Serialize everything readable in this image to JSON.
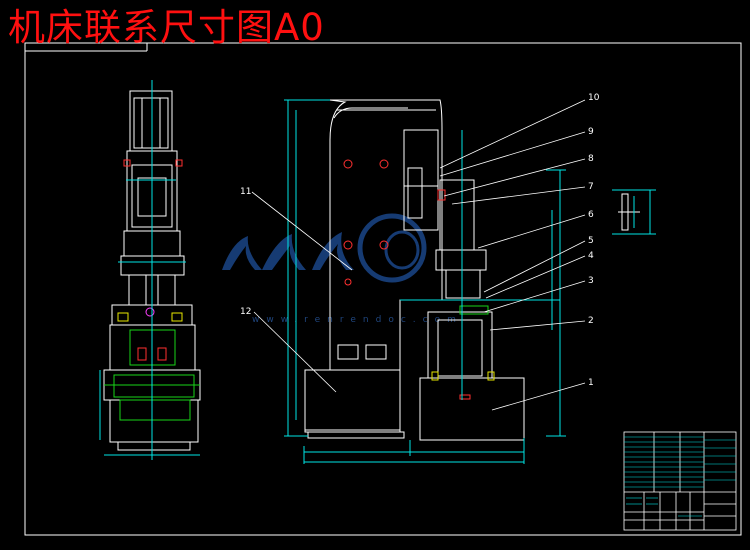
{
  "title": "机床联系尺寸图A0",
  "watermark": {
    "url_text": "www.renrendoc.com"
  },
  "balloons": [
    "10",
    "9",
    "8",
    "7",
    "6",
    "5",
    "4",
    "3",
    "2",
    "1",
    "11",
    "12"
  ],
  "colors": {
    "background": "#000000",
    "outline": "#ffffff",
    "dimension": "#00e5e5",
    "title": "#ff1010",
    "part_green": "#19d419",
    "part_yellow": "#e8e800",
    "part_red": "#ff3030",
    "part_magenta": "#ff40ff",
    "watermark": "#2a5da8"
  }
}
